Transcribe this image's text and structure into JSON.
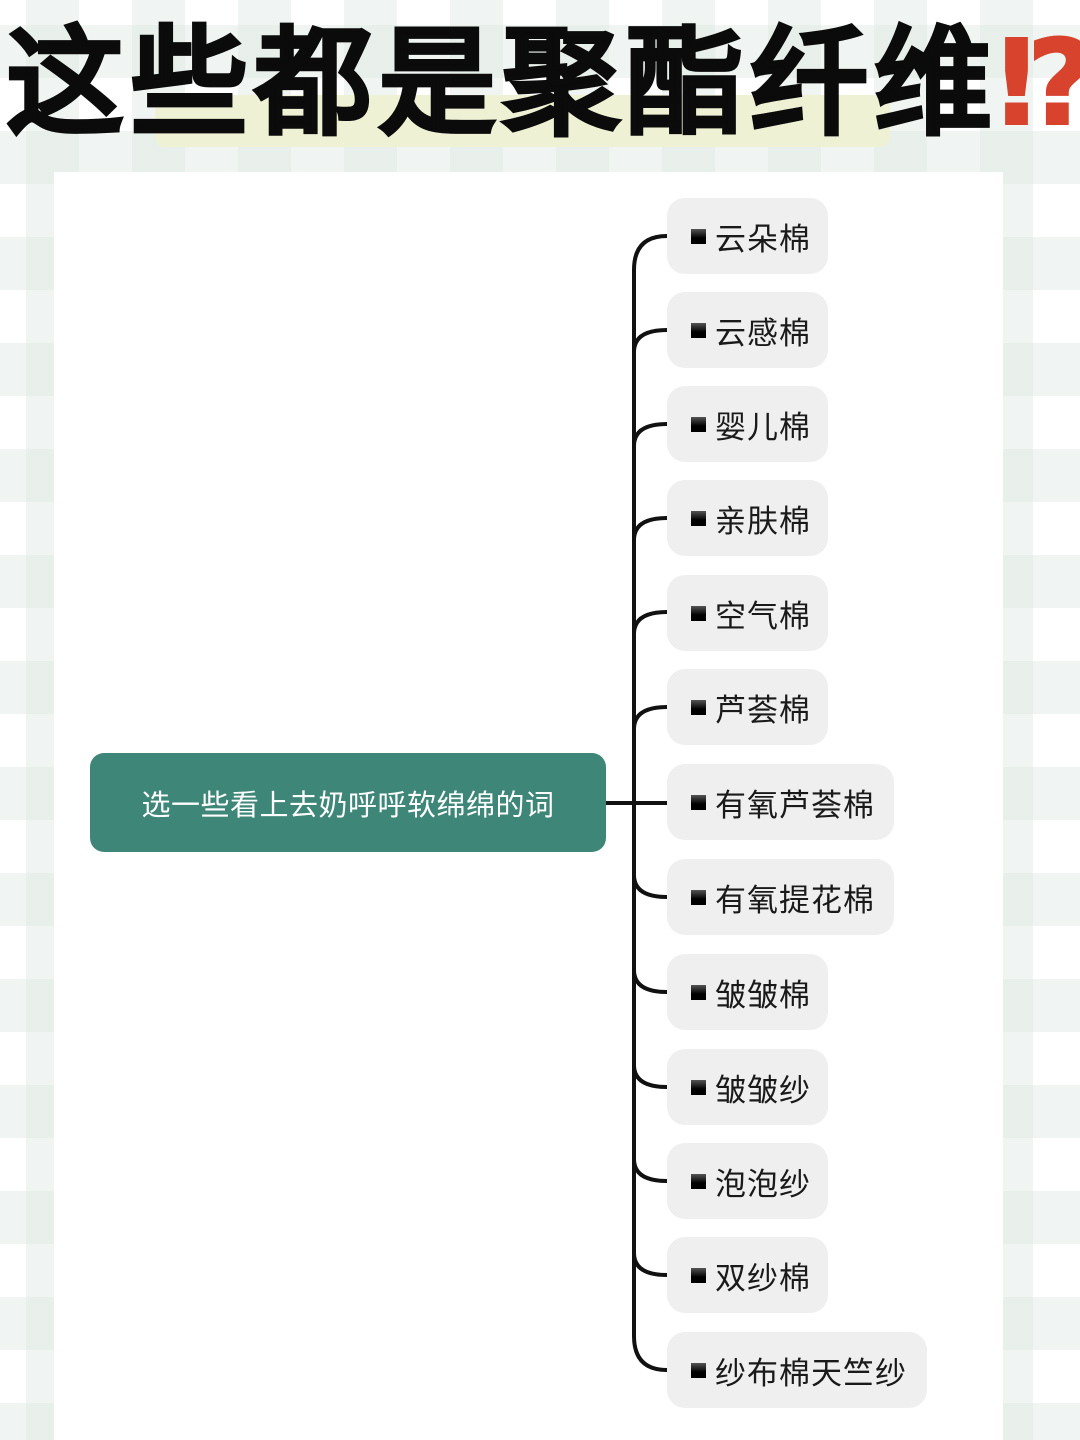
{
  "title": {
    "text": "这些都是聚酯纤维",
    "mark": "⁉"
  },
  "colors": {
    "root_fill": "#3e8677",
    "node_fill": "#efefef",
    "connector": "#111111",
    "title_mark": "#d8432d",
    "title_highlight": "#eef1d4"
  },
  "mindmap": {
    "root": "选一些看上去奶呼呼软绵绵的词",
    "children": [
      {
        "label": "云朵棉"
      },
      {
        "label": "云感棉"
      },
      {
        "label": "婴儿棉"
      },
      {
        "label": "亲肤棉"
      },
      {
        "label": "空气棉"
      },
      {
        "label": "芦荟棉"
      },
      {
        "label": "有氧芦荟棉"
      },
      {
        "label": "有氧提花棉"
      },
      {
        "label": "皱皱棉"
      },
      {
        "label": "皱皱纱"
      },
      {
        "label": "泡泡纱"
      },
      {
        "label": "双纱棉"
      },
      {
        "label": "纱布棉天竺纱"
      }
    ]
  }
}
